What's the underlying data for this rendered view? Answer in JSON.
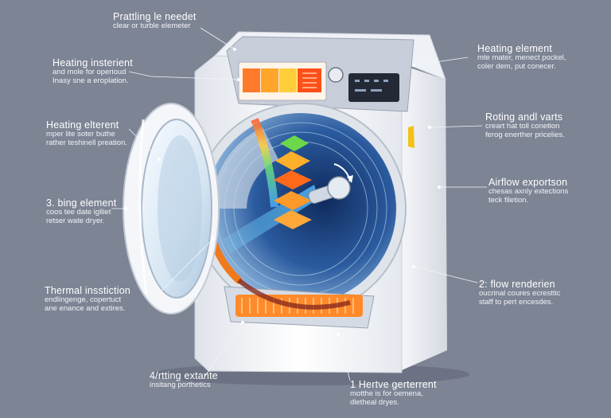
{
  "callouts": [
    {
      "title": "Prattling le needet",
      "desc": [
        "clear or turble elemeter"
      ]
    },
    {
      "title": "Heating insterient",
      "desc": [
        "and mole for operioud",
        "Inasy sne a eroplation."
      ]
    },
    {
      "title": "Heating elterent",
      "desc": [
        "mper lite soter buthe",
        "rather teshinell preation."
      ]
    },
    {
      "title": "3. bing element",
      "desc": [
        "coos tee date iglliet",
        "retser wate dryer."
      ]
    },
    {
      "title": "Thermal insstiction",
      "desc": [
        "endlingenge, copertuct",
        "ane enance and extires."
      ]
    },
    {
      "title": "4/rtting extante",
      "desc": [
        "insitang porthetics"
      ]
    },
    {
      "title": "1 Hertve gerterrent",
      "desc": [
        "motthe is for oemena,",
        "dletheal dryes."
      ]
    },
    {
      "title": "Heating element",
      "desc": [
        "mte mater, menect pockel,",
        "coler dem, put conecer."
      ]
    },
    {
      "title": "Roting andl varts",
      "desc": [
        "creart hat toll conetion",
        "ferog enerther pricelies."
      ]
    },
    {
      "title": "Airflow exportson",
      "desc": [
        "chesas axnly extections",
        "teck filetion."
      ]
    },
    {
      "title": "2: flow renderien",
      "desc": [
        "oucrinal coures ecresttic",
        "staff to pert encesdes."
      ]
    }
  ],
  "colors": {
    "background": "#7d8494",
    "body": "#f3f5f8",
    "drum_blue": "#1e3f7a",
    "heat_orange": "#f07a1a",
    "accent_yellow": "#f2c21a"
  }
}
